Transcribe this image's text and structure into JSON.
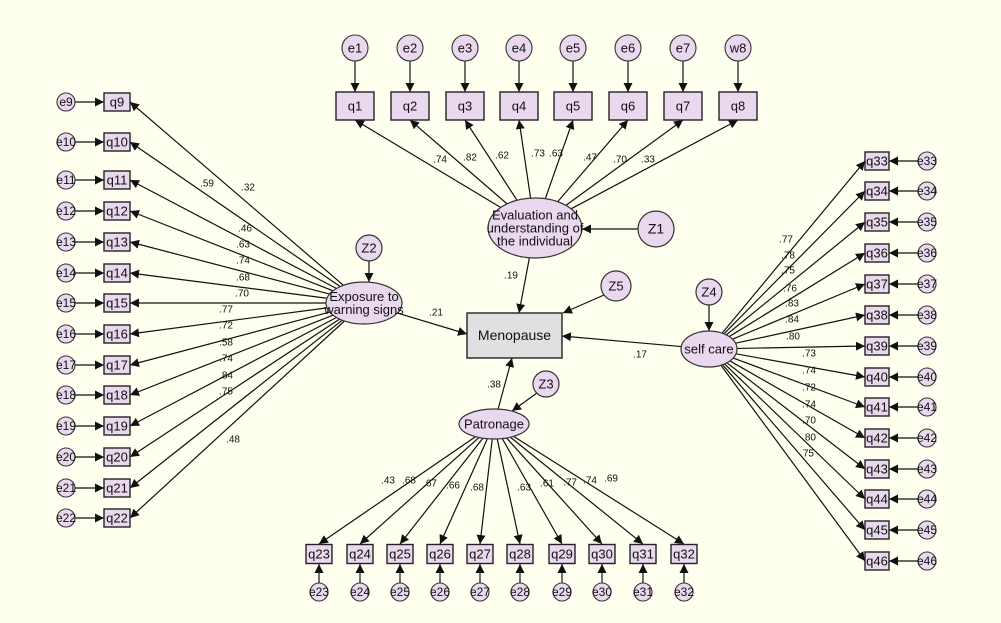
{
  "title": "SEM path diagram",
  "colors": {
    "background": "#fffff0",
    "node_fill": "#ead8ef",
    "line": "#111111"
  },
  "constructs": {
    "evaluation": {
      "lines": [
        "Evaluation and",
        "understanding of",
        "the individual"
      ],
      "disturbance": "Z1"
    },
    "exposure": {
      "lines": [
        "Exposure to",
        "warning signs"
      ],
      "disturbance": "Z2"
    },
    "patronage": {
      "lines": [
        "Patronage"
      ],
      "disturbance": "Z3"
    },
    "self_care": {
      "lines": [
        "self care"
      ],
      "disturbance": "Z4"
    },
    "menopause": {
      "label": "Menopause",
      "disturbance": "Z5"
    }
  },
  "structural_paths": [
    {
      "from": "evaluation",
      "to": "menopause",
      "coefficient": ".19"
    },
    {
      "from": "exposure",
      "to": "menopause",
      "coefficient": ".21"
    },
    {
      "from": "patronage",
      "to": "menopause",
      "coefficient": ".38"
    },
    {
      "from": "self_care",
      "to": "menopause",
      "coefficient": ".17"
    }
  ],
  "indicator_groups": {
    "evaluation": {
      "items": [
        "q1",
        "q2",
        "q3",
        "q4",
        "q5",
        "q6",
        "q7",
        "q8"
      ],
      "errors": [
        "e1",
        "e2",
        "e3",
        "e4",
        "e5",
        "e6",
        "e7",
        "w8"
      ],
      "loadings": [
        ".74",
        ".82",
        ".62",
        ".73",
        ".63",
        ".47",
        ".70",
        ".33"
      ]
    },
    "exposure": {
      "items": [
        "q9",
        "q10",
        "q11",
        "q12",
        "q13",
        "q14",
        "q15",
        "q16",
        "q17",
        "q18",
        "q19",
        "q20",
        "q21",
        "q22"
      ],
      "errors": [
        "e9",
        "e10",
        "e11",
        "e12",
        "e13",
        "e14",
        "e15",
        "e16",
        "e17",
        "e18",
        "e19",
        "e20",
        "e21",
        "e22"
      ],
      "loadings": [
        ".59",
        ".32",
        ".46",
        ".63",
        ".74",
        ".68",
        ".70",
        ".77",
        ".72",
        ".58",
        ".74",
        ".84",
        ".75",
        ".48"
      ]
    },
    "patronage": {
      "items": [
        "q23",
        "q24",
        "q25",
        "q26",
        "q27",
        "q28",
        "q29",
        "q30",
        "q31",
        "q32"
      ],
      "errors": [
        "e23",
        "e24",
        "e25",
        "e26",
        "e27",
        "e28",
        "e29",
        "e30",
        "e31",
        "e32"
      ],
      "loadings": [
        ".43",
        ".68",
        ".67",
        ".66",
        ".68",
        ".63",
        ".61",
        ".77",
        ".74",
        ".69"
      ]
    },
    "self_care": {
      "items": [
        "q33",
        "q34",
        "q35",
        "q36",
        "q37",
        "q38",
        "q39",
        "q40",
        "q41",
        "q42",
        "q43",
        "q44",
        "q45",
        "q46"
      ],
      "errors": [
        "e33",
        "e34",
        "e35",
        "e36",
        "e37",
        "e38",
        "e39",
        "e40",
        "e41",
        "e42",
        "e43",
        "e44",
        "e45",
        "e46"
      ],
      "loadings": [
        ".77",
        ".78",
        ".75",
        ".76",
        ".83",
        ".84",
        ".80",
        ".73",
        ".74",
        ".72",
        ".74",
        ".70",
        ".80",
        ".75"
      ]
    }
  }
}
